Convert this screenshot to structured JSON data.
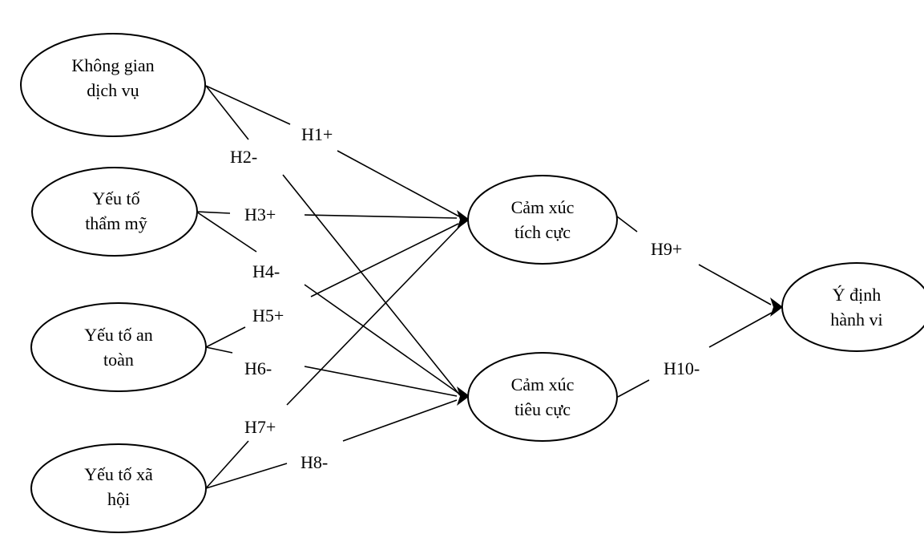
{
  "nodes": {
    "khong_gian": {
      "line1": "Không gian",
      "line2": "dịch vụ"
    },
    "tham_my": {
      "line1": "Yếu tố",
      "line2": "thẩm mỹ"
    },
    "an_toan": {
      "line1": "Yếu tố an",
      "line2": "toàn"
    },
    "xa_hoi": {
      "line1": "Yếu tố xã",
      "line2": "hội"
    },
    "tich_cuc": {
      "line1": "Cảm xúc",
      "line2": "tích cực"
    },
    "tieu_cuc": {
      "line1": "Cảm xúc",
      "line2": "tiêu cực"
    },
    "y_dinh": {
      "line1": "Ý định",
      "line2": "hành vi"
    }
  },
  "hypotheses": {
    "h1": "H1+",
    "h2": "H2-",
    "h3": "H3+",
    "h4": "H4-",
    "h5": "H5+",
    "h6": "H6-",
    "h7": "H7+",
    "h8": "H8-",
    "h9": "H9+",
    "h10": "H10-"
  }
}
